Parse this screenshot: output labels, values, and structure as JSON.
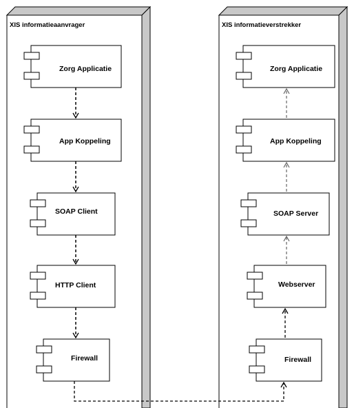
{
  "diagram": {
    "left_node": {
      "title": "XIS informatieaanvrager",
      "components": [
        {
          "label": "Zorg Applicatie"
        },
        {
          "label": "App Koppeling"
        },
        {
          "label": "SOAP Client"
        },
        {
          "label": "HTTP Client"
        },
        {
          "label": "Firewall"
        }
      ]
    },
    "right_node": {
      "title": "XIS informatieverstrekker",
      "components": [
        {
          "label": "Zorg Applicatie"
        },
        {
          "label": "App Koppeling"
        },
        {
          "label": "SOAP Server"
        },
        {
          "label": "Webserver"
        },
        {
          "label": "Firewall"
        }
      ]
    },
    "colors": {
      "line": "#000000",
      "node_depth": "#c8c8c8",
      "dependency_gray": "#666666"
    }
  }
}
